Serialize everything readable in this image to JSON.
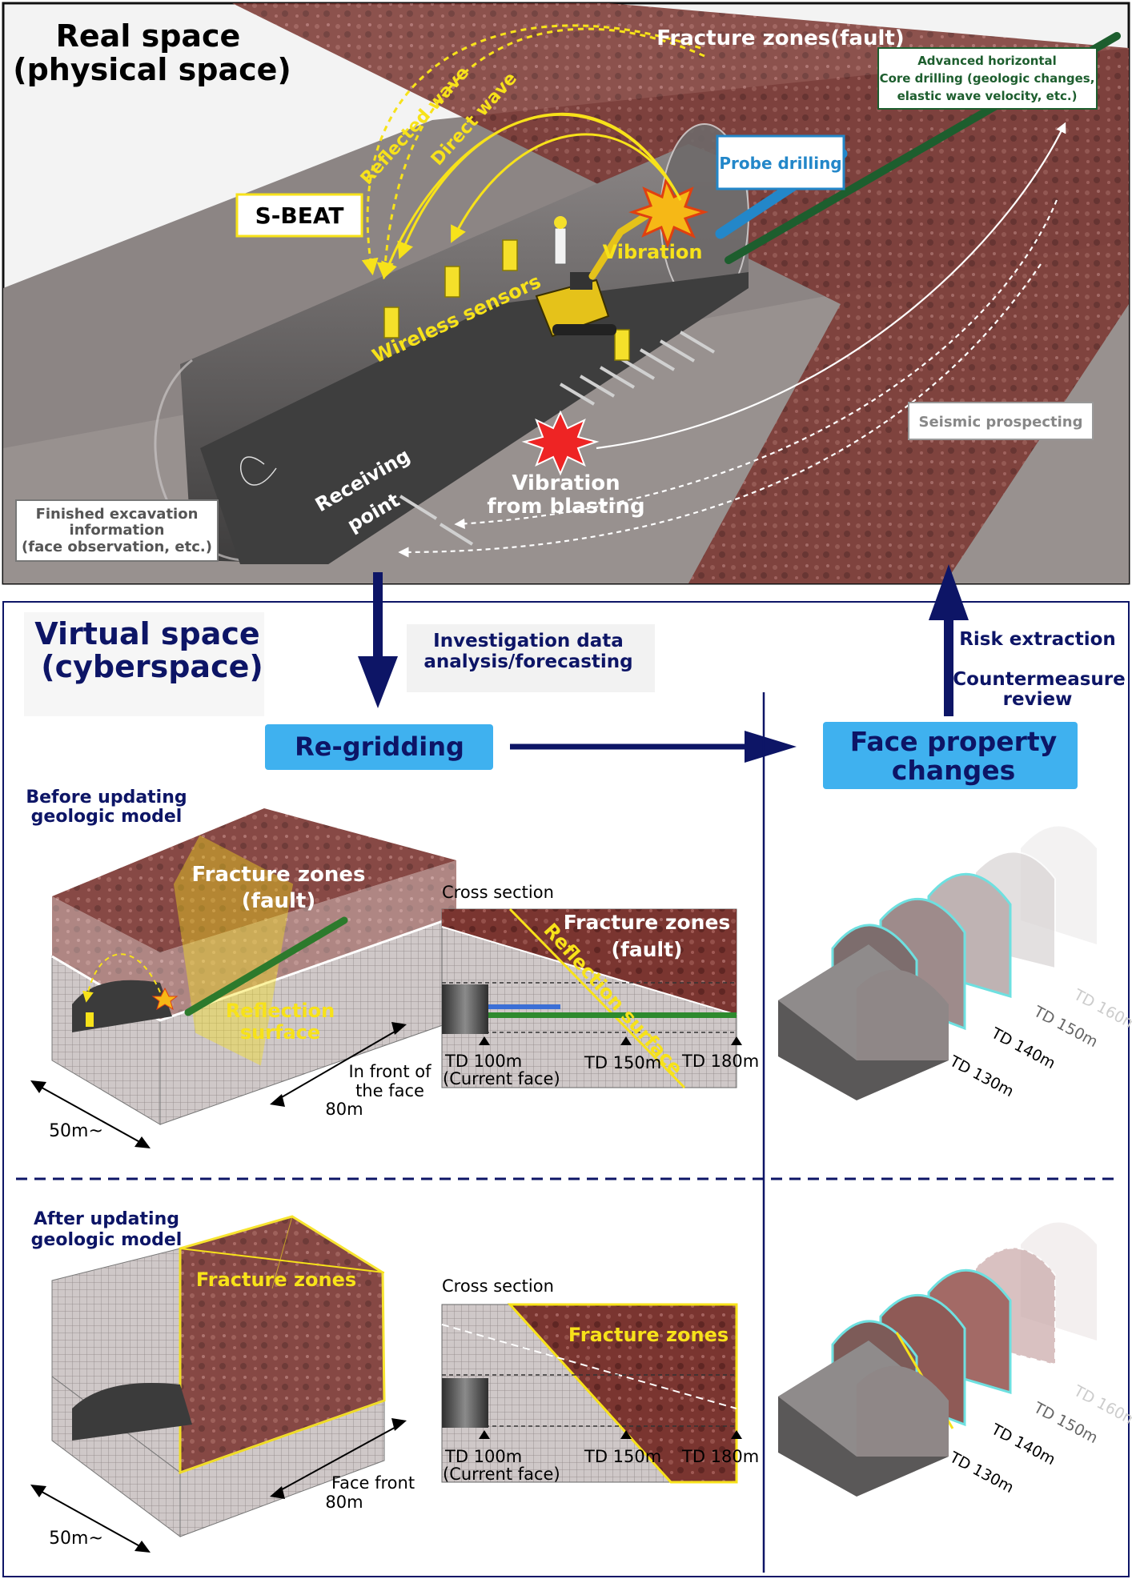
{
  "real_space": {
    "title_line1": "Real space",
    "title_line2": "(physical space)",
    "fracture_zones_fault": "Fracture zones(fault)",
    "advanced_line1": "Advanced horizontal",
    "advanced_line2": "Core drilling (geologic changes,",
    "advanced_line3": "elastic wave velocity, etc.)",
    "probe_drilling": "Probe drilling",
    "reflected_wave": "Reflected wave",
    "direct_wave": "Direct wave",
    "sbeat": "S-BEAT",
    "vibration": "Vibration",
    "wireless_sensors": "Wireless sensors",
    "seismic_prospecting": "Seismic prospecting",
    "receiving_line1": "Receiving",
    "receiving_line2": "point",
    "blasting_line1": "Vibration",
    "blasting_line2": "from blasting",
    "finished_line1": "Finished excavation",
    "finished_line2": "information",
    "finished_line3": "(face observation, etc.)"
  },
  "virtual_space": {
    "title_line1": "Virtual space",
    "title_line2": "(cyberspace)",
    "investigation_line1": "Investigation data",
    "investigation_line2": "analysis/forecasting",
    "risk_extraction": "Risk extraction",
    "countermeasure_line1": "Countermeasure",
    "countermeasure_line2": "review",
    "regridding": "Re-gridding",
    "face_line1": "Face property",
    "face_line2": "changes"
  },
  "before": {
    "label_line1": "Before updating",
    "label_line2": "geologic model",
    "fracture_line1": "Fracture zones",
    "fracture_line2": "(fault)",
    "reflection_line1": "Reflection",
    "reflection_line2": "surface",
    "dim_50": "50m~",
    "front_line1": "In front of",
    "front_line2": "the face",
    "front_line3": "80m",
    "cross_section": "Cross section",
    "cs_fracture_line1": "Fracture zones",
    "cs_fracture_line2": "(fault)",
    "cs_reflection": "Reflection surface",
    "td100": "TD 100m",
    "current_face": "(Current face)",
    "td150": "TD 150m",
    "td180": "TD 180m",
    "face_td160": "TD 160m",
    "face_td150": "TD 150m",
    "face_td140": "TD 140m",
    "face_td130": "TD 130m"
  },
  "after": {
    "label_line1": "After updating",
    "label_line2": "geologic model",
    "fracture": "Fracture zones",
    "dim_50": "50m~",
    "front_line1": "Face front",
    "front_line2": "80m",
    "cross_section": "Cross section",
    "cs_fracture": "Fracture zones",
    "td100": "TD 100m",
    "current_face": "(Current face)",
    "td150": "TD 150m",
    "td180": "TD 180m",
    "face_td160": "TD 160m",
    "face_td150": "TD 150m",
    "face_td140": "TD 140m",
    "face_td130": "TD 130m"
  },
  "colors": {
    "navy": "#0d1566",
    "yellow": "#f7e21a",
    "button_blue": "#3fb1ef",
    "rock": "#7a3530",
    "probe_blue": "#2387c9",
    "core_green": "#1d5e2e"
  }
}
